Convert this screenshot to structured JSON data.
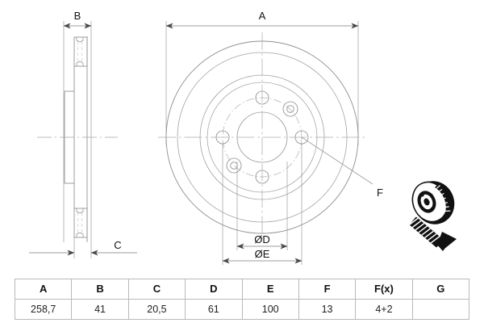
{
  "drawing": {
    "title": "Brake disc technical drawing",
    "dimension_labels": {
      "a": "A",
      "b": "B",
      "c": "C",
      "d": "ØD",
      "e": "ØE",
      "f": "F"
    },
    "views": {
      "side_profile": "side-section-view",
      "front_face": "front-circular-view",
      "product_icon": "vented-brake-disc-icon",
      "screw_icon": "countersunk-screw-icon"
    },
    "line_color": "#9a9a9a",
    "dim_line_color": "#7d7d7d",
    "icon_color": "#101010",
    "text_color": "#111111"
  },
  "table": {
    "headers": [
      "A",
      "B",
      "C",
      "D",
      "E",
      "F",
      "F(x)",
      "G"
    ],
    "values": [
      "258,7",
      "41",
      "20,5",
      "61",
      "100",
      "13",
      "4+2",
      ""
    ]
  }
}
